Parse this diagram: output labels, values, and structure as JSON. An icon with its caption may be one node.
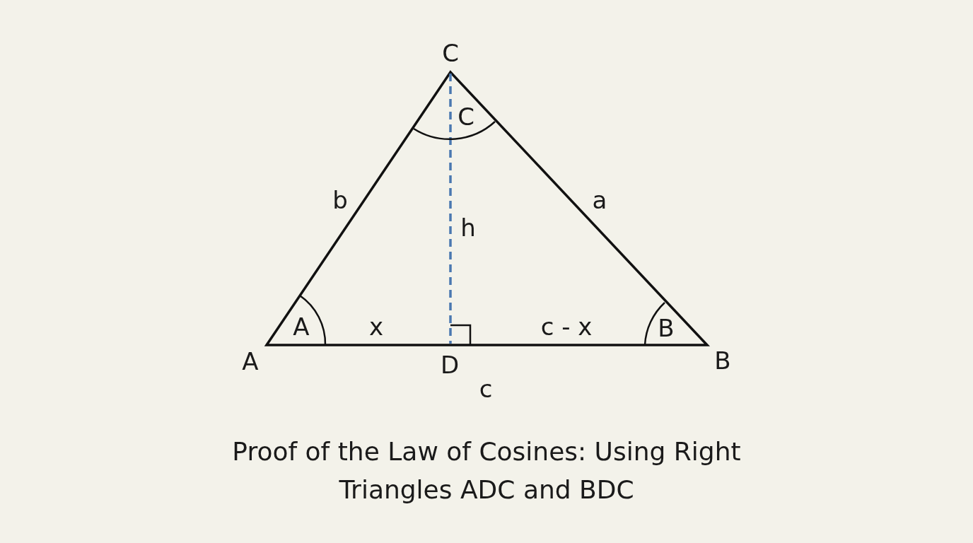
{
  "diagram": {
    "caption": "Proof of the Law of Cosines: Using Right Triangles ADC and BDC",
    "labels": [
      "C",
      "C",
      "b",
      "a",
      "h",
      "A",
      "x",
      "c - x",
      "B",
      "A",
      "D",
      "B",
      "c"
    ]
  }
}
